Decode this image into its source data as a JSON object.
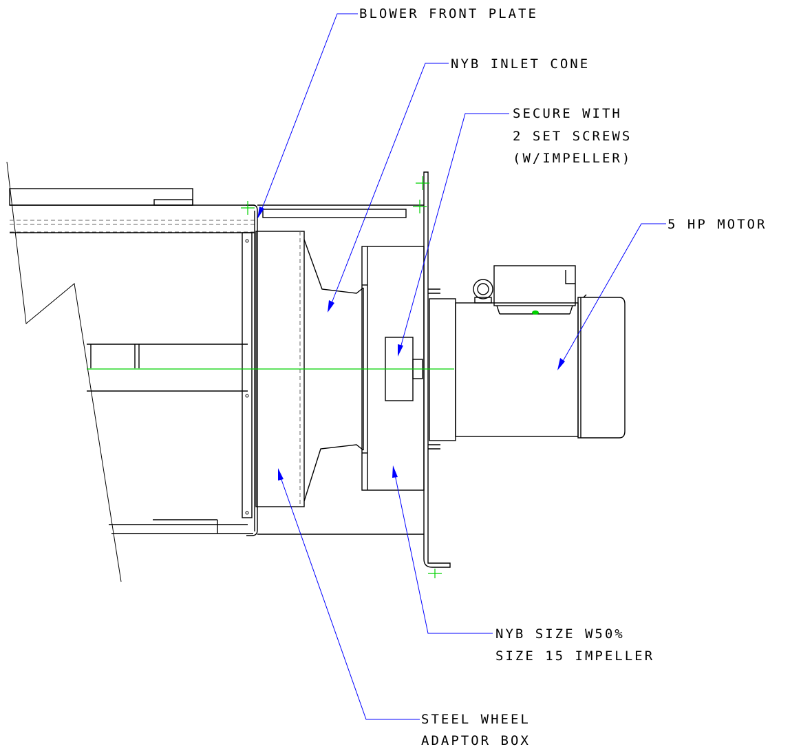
{
  "labels": {
    "blower_front_plate": "BLOWER FRONT PLATE",
    "nyb_inlet_cone": "NYB INLET CONE",
    "secure_line1": "SECURE WITH",
    "secure_line2": "2 SET SCREWS",
    "secure_line3": "(W/IMPELLER)",
    "motor": "5 HP MOTOR",
    "impeller_line1": "NYB SIZE W50%",
    "impeller_line2": "SIZE 15 IMPELLER",
    "adaptor_line1": "STEEL WHEEL",
    "adaptor_line2": "ADAPTOR BOX"
  },
  "colors": {
    "leader": "#0000ff",
    "centerline": "#00d000",
    "linework": "#000000",
    "background": "#ffffff"
  }
}
